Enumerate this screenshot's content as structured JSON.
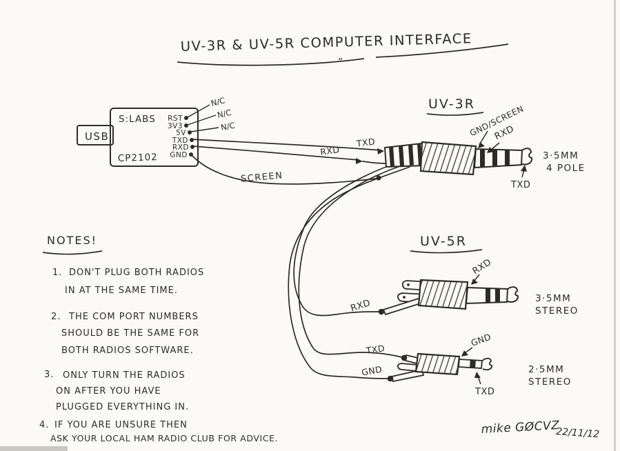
{
  "title": {
    "text": "UV-3R & UV-5R COMPUTER INTERFACE",
    "quote_mark": "„"
  },
  "usb_module": {
    "plug_label": "USB",
    "brand": "S:LABS",
    "chip": "CP2102",
    "pins": [
      "RST",
      "3V3",
      "5V",
      "TXD",
      "RXD",
      "GND"
    ],
    "nc": [
      "N/C",
      "N/C",
      "N/C"
    ]
  },
  "cable_labels": {
    "txd": "TXD",
    "rxd": "RXD",
    "screen": "SCREEN"
  },
  "uv3r": {
    "heading": "UV-3R",
    "gnd_screen_label": "GND/SCREEN",
    "rxd_label": "RXD",
    "txd_label": "TXD",
    "size_line1": "3·5MM",
    "size_line2": "4 POLE"
  },
  "uv5r": {
    "heading": "UV-5R",
    "stereo35": {
      "wire_label": "RXD",
      "sleeve_label": "RXD",
      "size_line1": "3·5MM",
      "size_line2": "STEREO"
    },
    "stereo25": {
      "txd_wire_label": "TXD",
      "gnd_wire_label": "GND",
      "sleeve_label": "GND",
      "tip_label": "TXD",
      "size_line1": "2·5MM",
      "size_line2": "STEREO"
    }
  },
  "notes": {
    "heading": "NOTES!",
    "items": [
      {
        "num": "1.",
        "lines": [
          "DON'T PLUG BOTH RADIOS",
          "IN AT THE SAME TIME."
        ]
      },
      {
        "num": "2.",
        "lines": [
          "THE COM PORT NUMBERS",
          "SHOULD BE THE SAME FOR",
          "BOTH RADIOS SOFTWARE."
        ]
      },
      {
        "num": "3.",
        "lines": [
          "ONLY TURN THE RADIOS",
          "ON AFTER YOU HAVE",
          "PLUGGED EVERYTHING IN."
        ]
      },
      {
        "num": "4.",
        "lines": [
          "IF YOU ARE UNSURE THEN",
          "ASK YOUR LOCAL HAM RADIO CLUB FOR ADVICE."
        ]
      }
    ]
  },
  "signature": {
    "name": "mike GØCVZ",
    "date": "22/11/12"
  },
  "colors": {
    "ink": "#2e2b27",
    "paper": "#fbfaf6"
  }
}
